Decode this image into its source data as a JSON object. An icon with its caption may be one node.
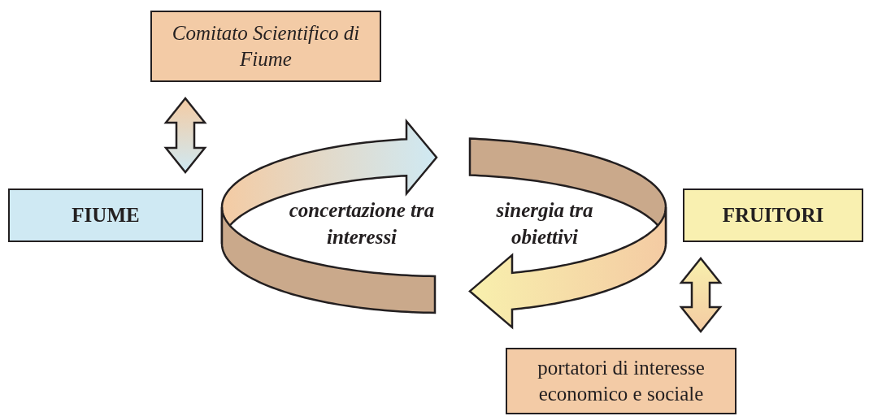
{
  "diagram": {
    "nodes": [
      {
        "text": [
          "Comitato Scientifico di Fiume"
        ]
      },
      {
        "text": [
          "FIUME"
        ]
      },
      {
        "text": [
          "FRUITORI"
        ]
      },
      {
        "text": [
          "portatori di interesse economico e sociale"
        ]
      }
    ],
    "edges": [
      {
        "from": 0,
        "to": 1,
        "arrow": "both"
      },
      {
        "from": 2,
        "to": 3,
        "arrow": "both"
      }
    ],
    "labels": [
      "concertazione tra interessi",
      "sinergia tra obiettivi"
    ]
  }
}
